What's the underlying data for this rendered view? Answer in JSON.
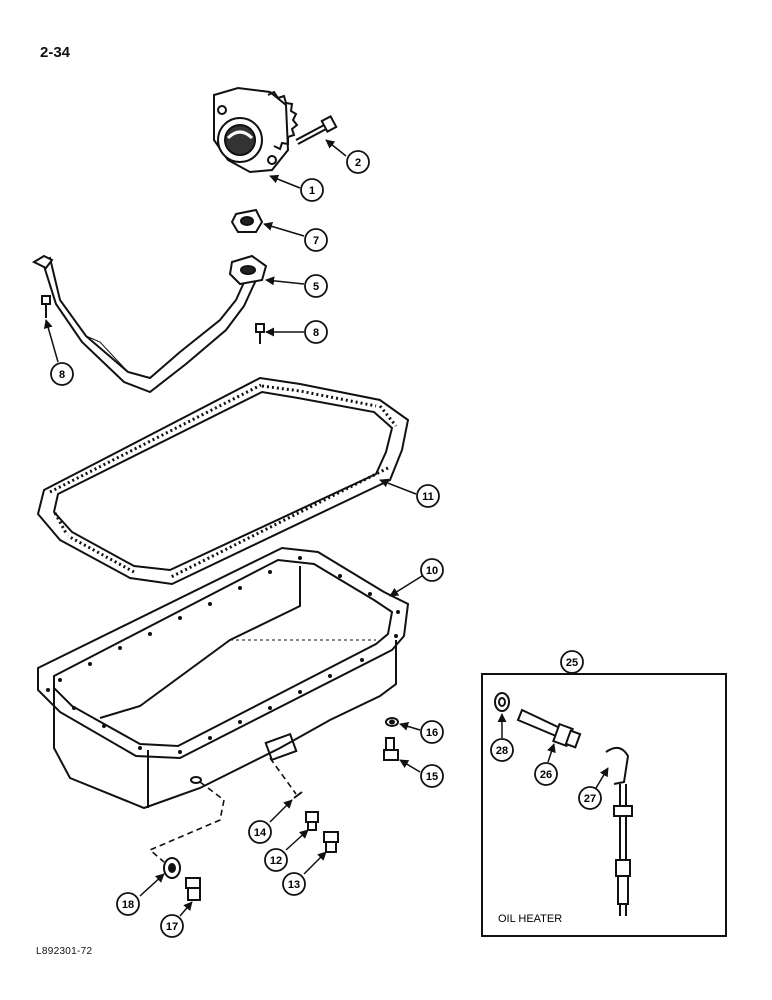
{
  "page": {
    "number": "2-34",
    "drawing_id": "L892301-72"
  },
  "inset": {
    "label": "OIL HEATER",
    "callout": "25"
  },
  "callouts": {
    "c1": "1",
    "c2": "2",
    "c5": "5",
    "c7": "7",
    "c8a": "8",
    "c8b": "8",
    "c10": "10",
    "c11": "11",
    "c12": "12",
    "c13": "13",
    "c14": "14",
    "c15": "15",
    "c16": "16",
    "c17": "17",
    "c18": "18",
    "c26": "26",
    "c27": "27",
    "c28": "28"
  }
}
